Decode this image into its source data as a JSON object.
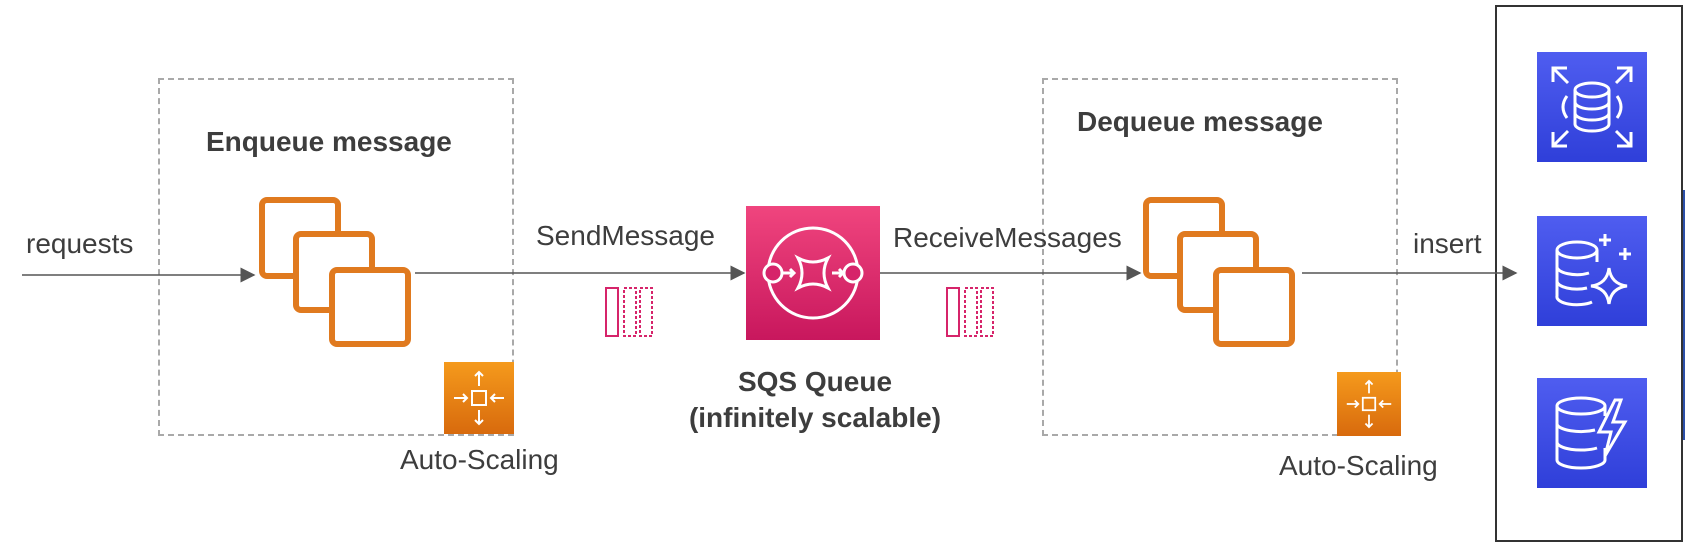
{
  "labels": {
    "requests": "requests",
    "send_message": "SendMessage",
    "receive_messages": "ReceiveMessages",
    "insert": "insert",
    "enqueue_title": "Enqueue message",
    "dequeue_title": "Dequeue message",
    "sqs_line1": "SQS Queue",
    "sqs_line2": "(infinitely scalable)",
    "autoscaling_left": "Auto-Scaling",
    "autoscaling_right": "Auto-Scaling"
  },
  "icons": {
    "producer": "ec2-instances-icon",
    "consumer": "ec2-instances-icon",
    "queue": "sqs-icon",
    "autoscaling": "auto-scaling-icon",
    "databases": [
      "rds-icon",
      "aurora-icon",
      "dynamodb-icon"
    ],
    "message": "message-icon"
  },
  "colors": {
    "instances": "#e07a1f",
    "sqs": "#d6246a",
    "autoscaling": "#ef8a17",
    "database": "#3d4de6",
    "arrow": "#555555"
  }
}
